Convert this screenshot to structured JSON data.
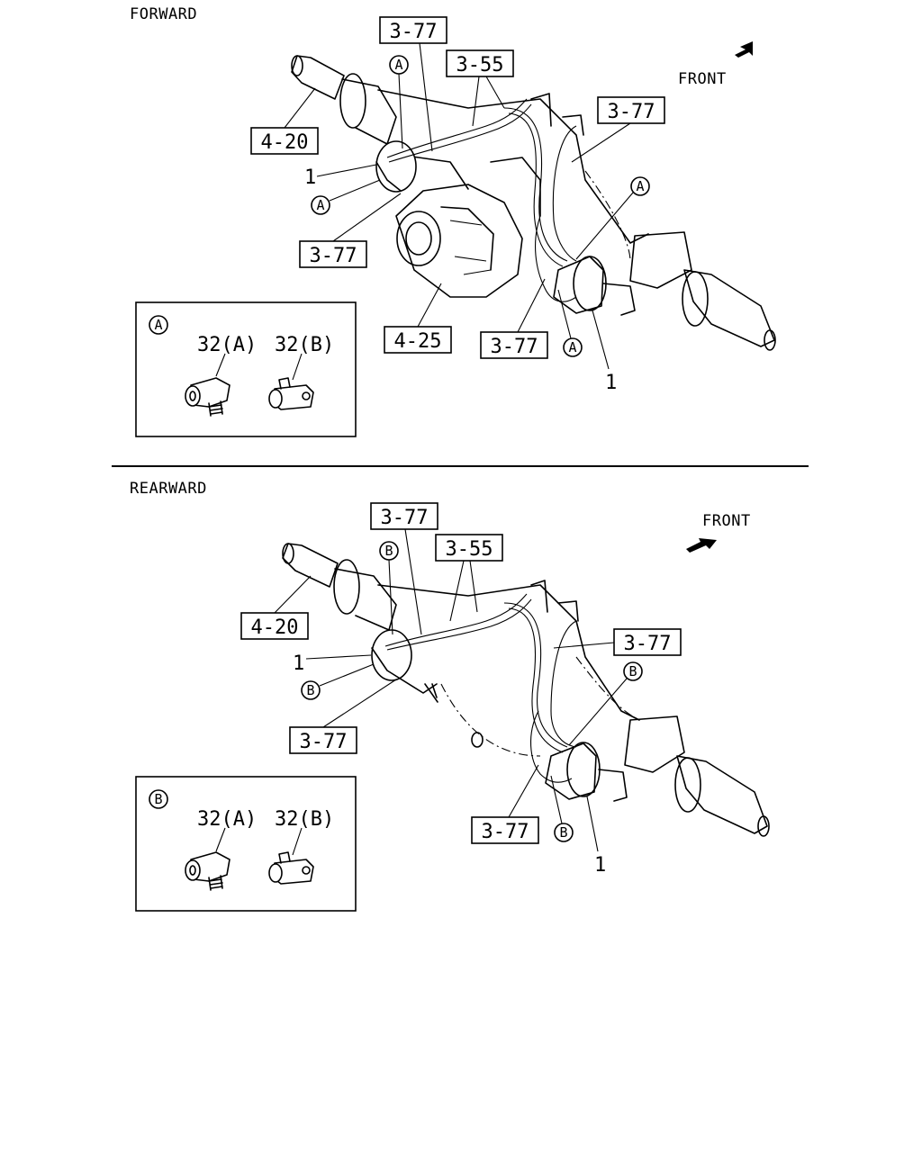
{
  "sections": [
    {
      "title": "FORWARD",
      "front_label": "FRONT",
      "refs": [
        "3-77",
        "3-55",
        "3-77",
        "4-20",
        "3-77",
        "4-25",
        "3-77"
      ],
      "part_numbers": [
        "1",
        "1"
      ],
      "circle_marker": "A",
      "inset": {
        "marker": "A",
        "parts": [
          "32(A)",
          "32(B)"
        ]
      }
    },
    {
      "title": "REARWARD",
      "front_label": "FRONT",
      "refs": [
        "3-77",
        "3-55",
        "4-20",
        "3-77",
        "3-77",
        "3-77"
      ],
      "part_numbers": [
        "1",
        "1"
      ],
      "circle_marker": "B",
      "inset": {
        "marker": "B",
        "parts": [
          "32(A)",
          "32(B)"
        ]
      }
    }
  ]
}
